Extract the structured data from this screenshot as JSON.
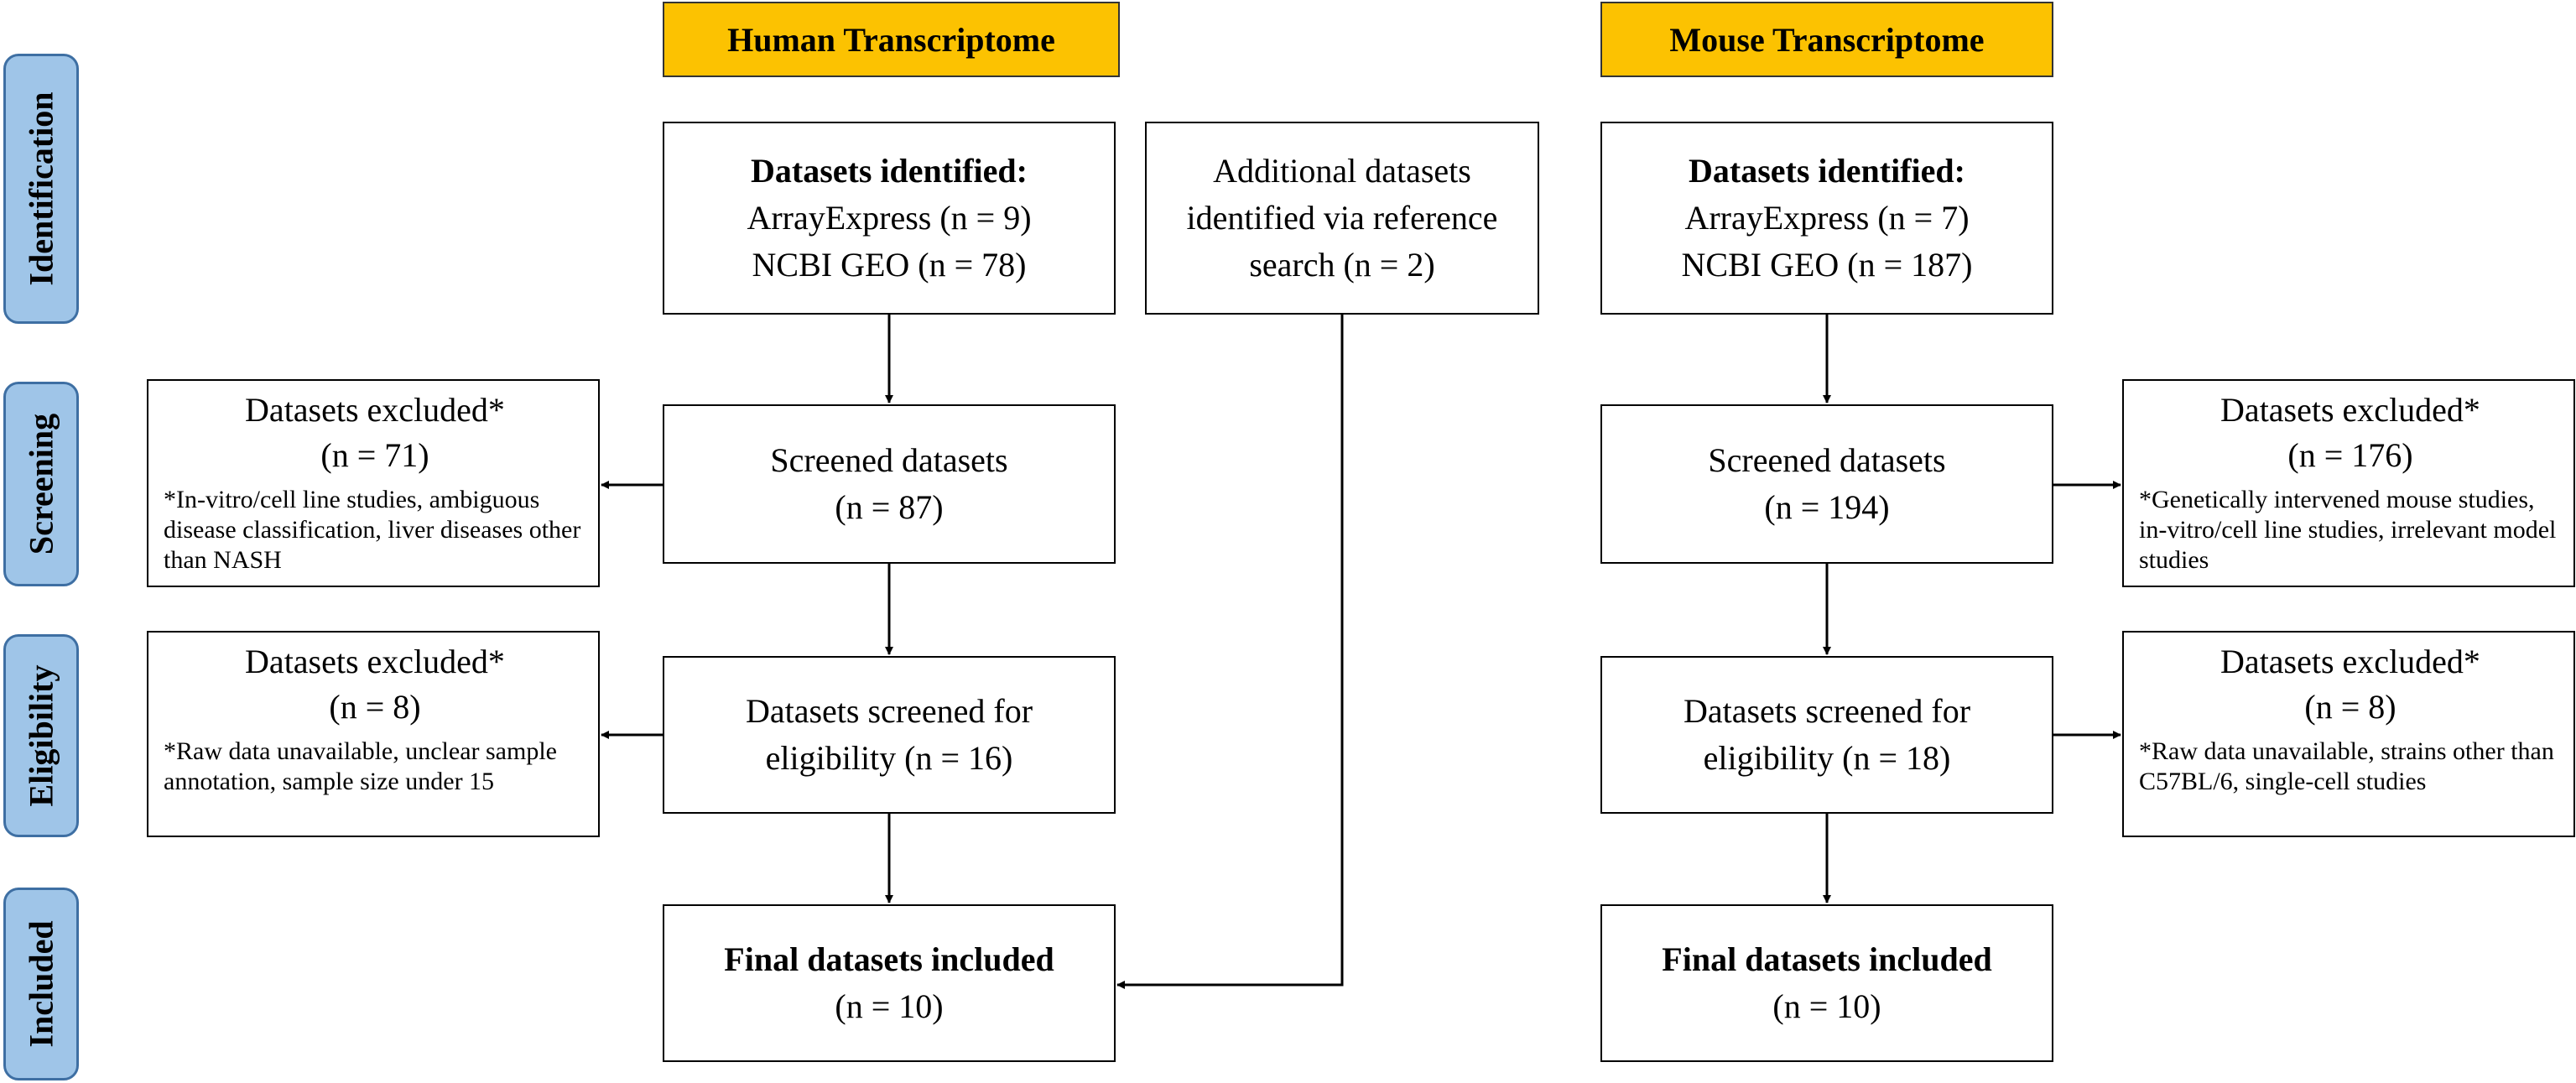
{
  "stages": {
    "identification": "Identification",
    "screening": "Screening",
    "eligibility": "Eligibility",
    "included": "Included"
  },
  "human": {
    "header": "Human Transcriptome",
    "identified": {
      "title": "Datasets identified:",
      "line1": "ArrayExpress (n = 9)",
      "line2": "NCBI GEO (n = 78)"
    },
    "additional": {
      "line1": "Additional datasets",
      "line2": "identified via reference",
      "line3": "search (n = 2)"
    },
    "screened": {
      "line1": "Screened datasets",
      "line2": "(n = 87)"
    },
    "eligibility": {
      "line1": "Datasets screened for",
      "line2": "eligibility (n = 16)"
    },
    "final": {
      "title": "Final datasets included",
      "line2": "(n = 10)"
    },
    "excluded_screening": {
      "title": "Datasets excluded*",
      "count": "(n = 71)",
      "note": "*In-vitro/cell line studies, ambiguous disease classification, liver diseases other than NASH"
    },
    "excluded_eligibility": {
      "title": "Datasets excluded*",
      "count": "(n = 8)",
      "note": "*Raw data unavailable, unclear sample annotation, sample size under 15"
    }
  },
  "mouse": {
    "header": "Mouse Transcriptome",
    "identified": {
      "title": "Datasets identified:",
      "line1": "ArrayExpress (n = 7)",
      "line2": "NCBI GEO (n = 187)"
    },
    "screened": {
      "line1": "Screened datasets",
      "line2": "(n = 194)"
    },
    "eligibility": {
      "line1": "Datasets screened for",
      "line2": "eligibility (n = 18)"
    },
    "final": {
      "title": "Final datasets included",
      "line2": "(n = 10)"
    },
    "excluded_screening": {
      "title": "Datasets excluded*",
      "count": "(n = 176)",
      "note": "*Genetically intervened mouse studies, in-vitro/cell line studies, irrelevant model studies"
    },
    "excluded_eligibility": {
      "title": "Datasets excluded*",
      "count": "(n = 8)",
      "note": "*Raw data unavailable, strains other than C57BL/6, single-cell studies"
    }
  },
  "colors": {
    "header_fill": "#fcc201",
    "stage_fill": "#9fc5e8",
    "stage_border": "#3e6fa3"
  }
}
